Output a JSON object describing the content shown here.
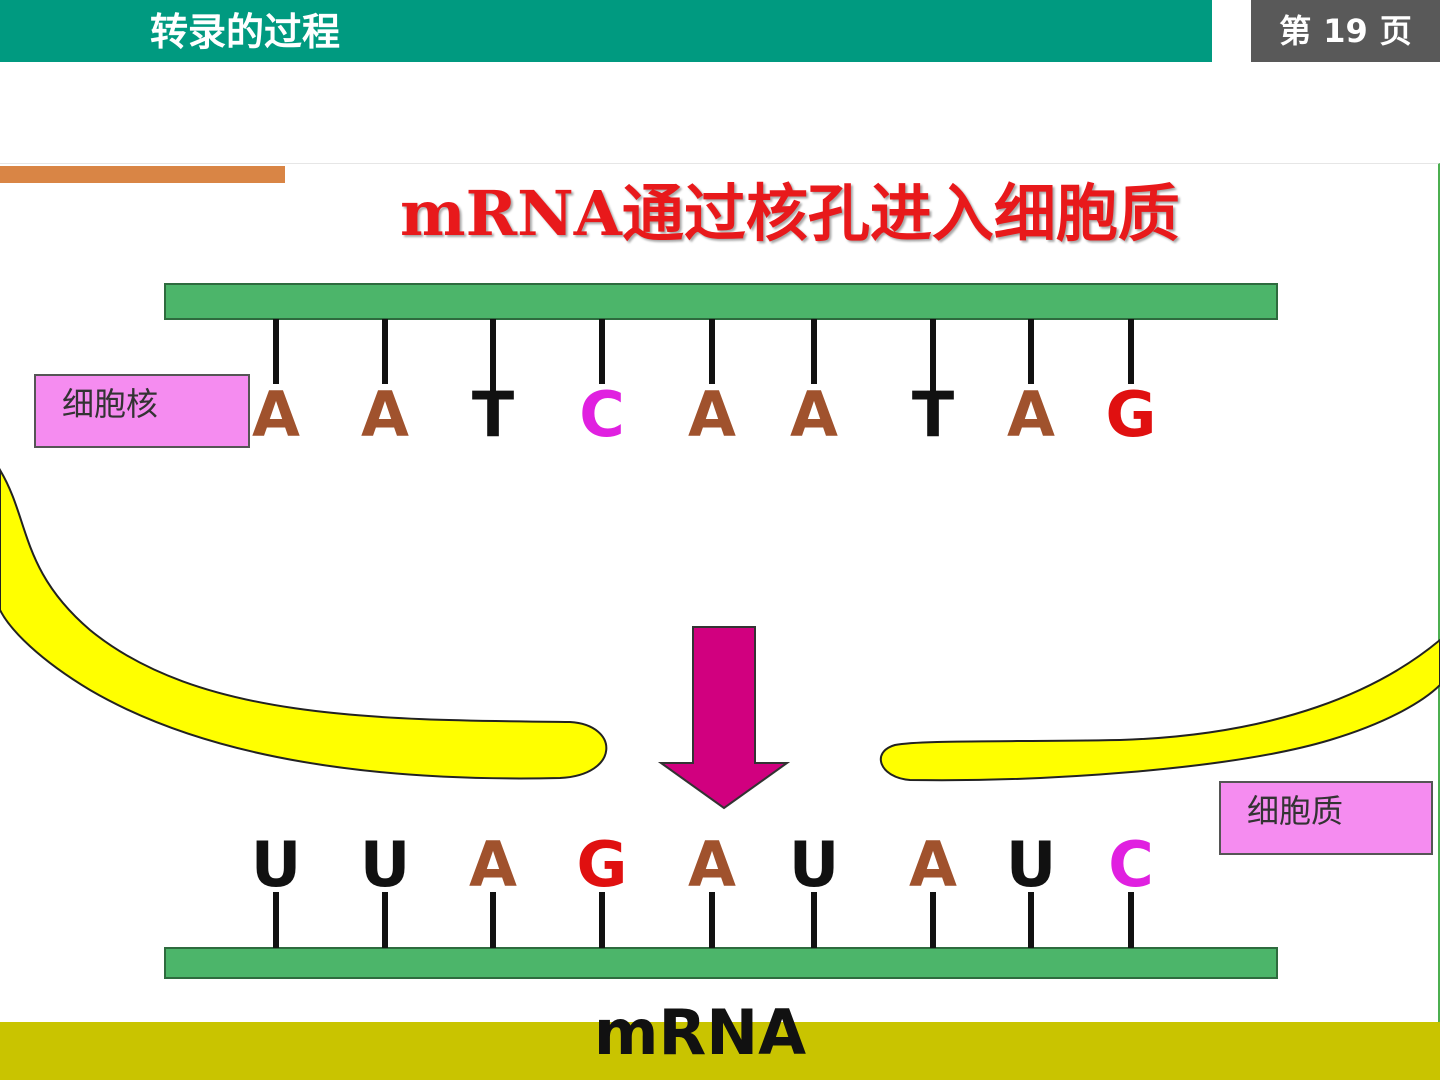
{
  "header": {
    "title": "转录的过程",
    "page_prefix": "第",
    "page_number": "19",
    "page_suffix": "页"
  },
  "slide": {
    "title": "mRNA通过核孔进入细胞质",
    "label_nucleus": "细胞核",
    "label_cytoplasm": "细胞质",
    "caption": "mRNA"
  },
  "colors": {
    "header": "#009a80",
    "page_box": "#595959",
    "title": "#e8191b",
    "strand": "#4cb56a",
    "membrane": "#ffff00",
    "arrow": "#d1007f",
    "label_box": "#f58cf0",
    "bottom_band": "#c9c400",
    "A": "#a0522d",
    "T": "#111111",
    "C": "#e020e0",
    "G": "#e01010",
    "U": "#111111"
  },
  "dna_strand": [
    "A",
    "A",
    "T",
    "C",
    "A",
    "A",
    "T",
    "A",
    "G"
  ],
  "mrna_strand": [
    "U",
    "U",
    "A",
    "G",
    "A",
    "U",
    "A",
    "U",
    "C"
  ],
  "icons": {
    "arrow": "arrow-down-icon",
    "membrane": "nuclear-membrane"
  }
}
